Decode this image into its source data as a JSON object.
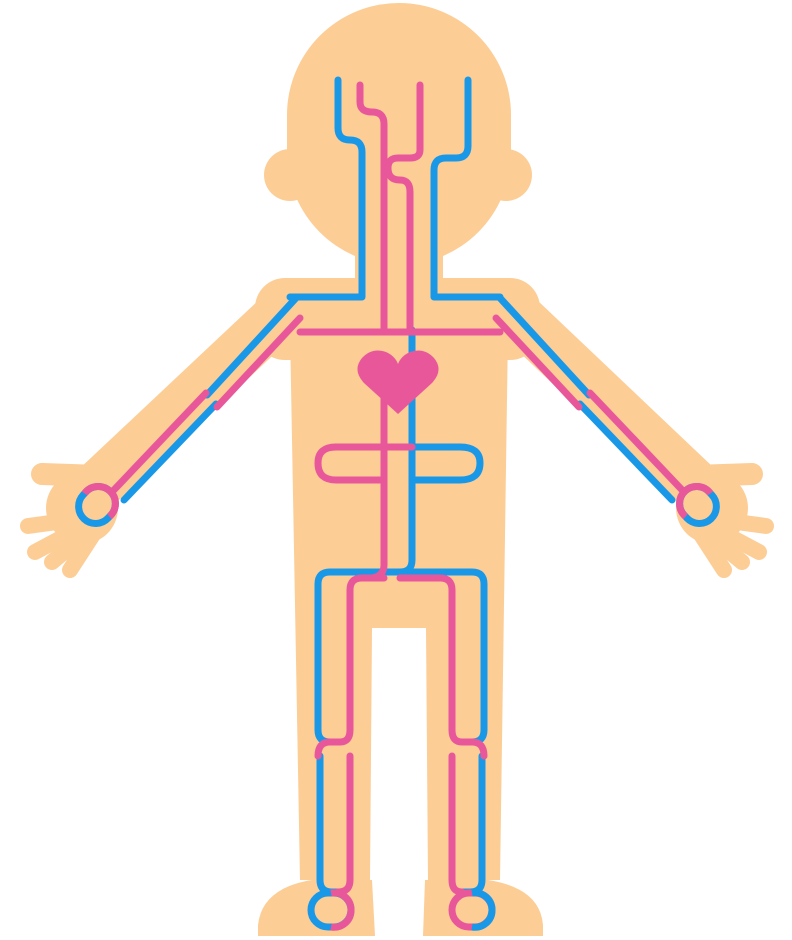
{
  "diagram": {
    "subject": "human-circulatory-system",
    "colors": {
      "background": "#ffffff",
      "skin": "#fdcd96",
      "arteries": "#e8579a",
      "veins": "#1a98e8",
      "heart": "#e8579a"
    },
    "parts": [
      "head",
      "ears",
      "neck",
      "torso",
      "arms",
      "hands",
      "legs",
      "feet",
      "heart",
      "arteries",
      "veins"
    ]
  }
}
